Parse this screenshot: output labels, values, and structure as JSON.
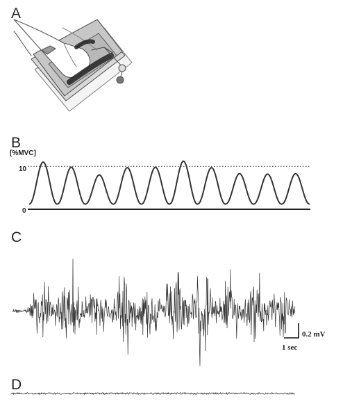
{
  "panels": {
    "a": {
      "label": "A"
    },
    "b": {
      "label": "B"
    },
    "c": {
      "label": "C"
    },
    "d": {
      "label": "D"
    }
  },
  "chart_data": [
    {
      "type": "line",
      "panel": "B",
      "ylabel": "[%MVC]",
      "yticks": [
        0,
        10
      ],
      "ylim": [
        0,
        11.5
      ],
      "reference_line": {
        "y": 10,
        "style": "dotted"
      },
      "baseline": 1.2,
      "series": [
        {
          "values": [
            11.0,
            9.8,
            8.0,
            9.7,
            9.8,
            11.2,
            9.7,
            8.3,
            8.2,
            8.3
          ]
        }
      ]
    },
    {
      "type": "line",
      "panel": "C",
      "bursts": 10,
      "scalebar": {
        "voltage": "0.2 mV",
        "time": "1 sec"
      }
    },
    {
      "type": "line",
      "panel": "D",
      "bursts": 0
    }
  ]
}
